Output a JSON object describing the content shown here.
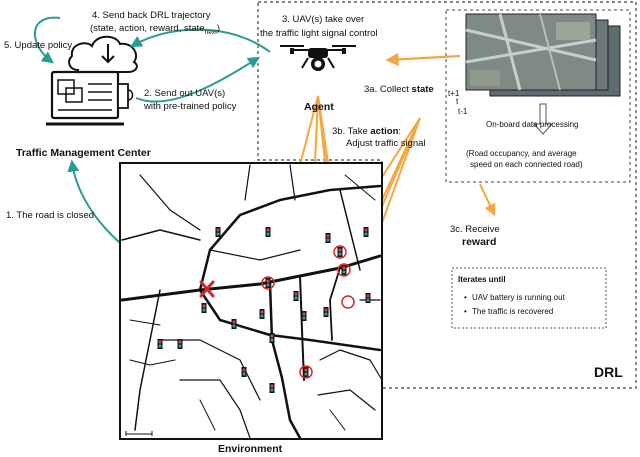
{
  "labels": {
    "step4_line1": "4. Send back DRL trajectory",
    "step4_line2": "(state, action, reward, state",
    "step4_sub": "next",
    "step4_close": ")",
    "step5": "5. Update policy",
    "step2_line1": "2. Send out UAV(s)",
    "step2_line2": "with pre-trained policy",
    "step3_line1": "3. UAV(s) take over",
    "step3_line2": "the traffic light signal control",
    "step3a_prefix": "3a. Collect ",
    "step3a_bold": "state",
    "agent": "Agent",
    "step3b_prefix": "3b. Take ",
    "step3b_bold": "action",
    "step3b_suffix": ":",
    "step3b_line2": "Adjust traffic signal",
    "tmc": "Traffic Management Center",
    "step1": "1. The road is closed",
    "step3c_line1": "3c. Receive",
    "step3c_bold": "reward",
    "frame_t1": "t+1",
    "frame_t": "t",
    "frame_tm1": "t-1",
    "onboard": "On-board data processing",
    "road_line1": "(Road occupancy, and average",
    "road_line2": "speed on each connected road)",
    "iterates_title": "Iterates until",
    "iterates_items": [
      "UAV battery is running out",
      "The traffic is recovered"
    ],
    "drl": "DRL",
    "environment": "Environment"
  },
  "colors": {
    "arrow_teal": "#2a9d8f",
    "arrow_orange": "#f4a640",
    "marker_red": "#d62828",
    "dashed": "#444444"
  },
  "icons": {
    "cloud": "cloud-icon",
    "computer": "computer-icon",
    "drone": "drone-icon",
    "close": "close-x-icon"
  }
}
